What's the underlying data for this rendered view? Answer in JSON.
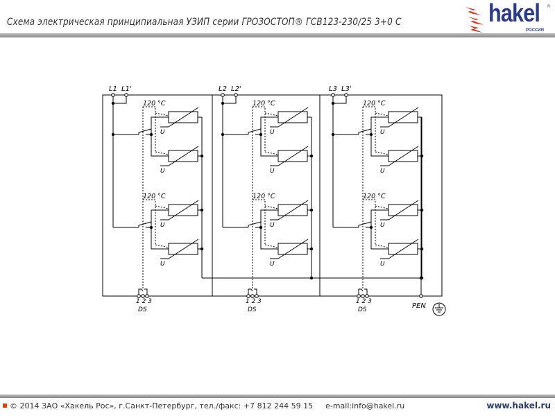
{
  "header": {
    "title": "Схема электрическая принципиальная УЗИП серии ГРОЗОСТОП® ГСВ123-230/25 3+0 C",
    "logo_text": "hakel",
    "logo_sub": "РОССИЯ",
    "logo_reg": "R"
  },
  "diagram": {
    "modules": [
      {
        "terminal_in": "L1",
        "terminal_out": "L1'"
      },
      {
        "terminal_in": "L2",
        "terminal_out": "L2'"
      },
      {
        "terminal_in": "L3",
        "terminal_out": "L3'"
      }
    ],
    "temp_label": "120 °C",
    "varistor_label": "U",
    "ds_pins": "1 2 3",
    "ds_label": "DS",
    "pen_label": "PEN"
  },
  "footer": {
    "copyright": "© 2014 ЗАО «Хакель Рос», г.Санкт-Петербург, тел./факс: +7 812 244 59 15",
    "email": "e-mail:info@hakel.ru",
    "website": "www.hakel.ru"
  },
  "colors": {
    "brand": "#2a3a8c",
    "accent": "#e04010"
  }
}
